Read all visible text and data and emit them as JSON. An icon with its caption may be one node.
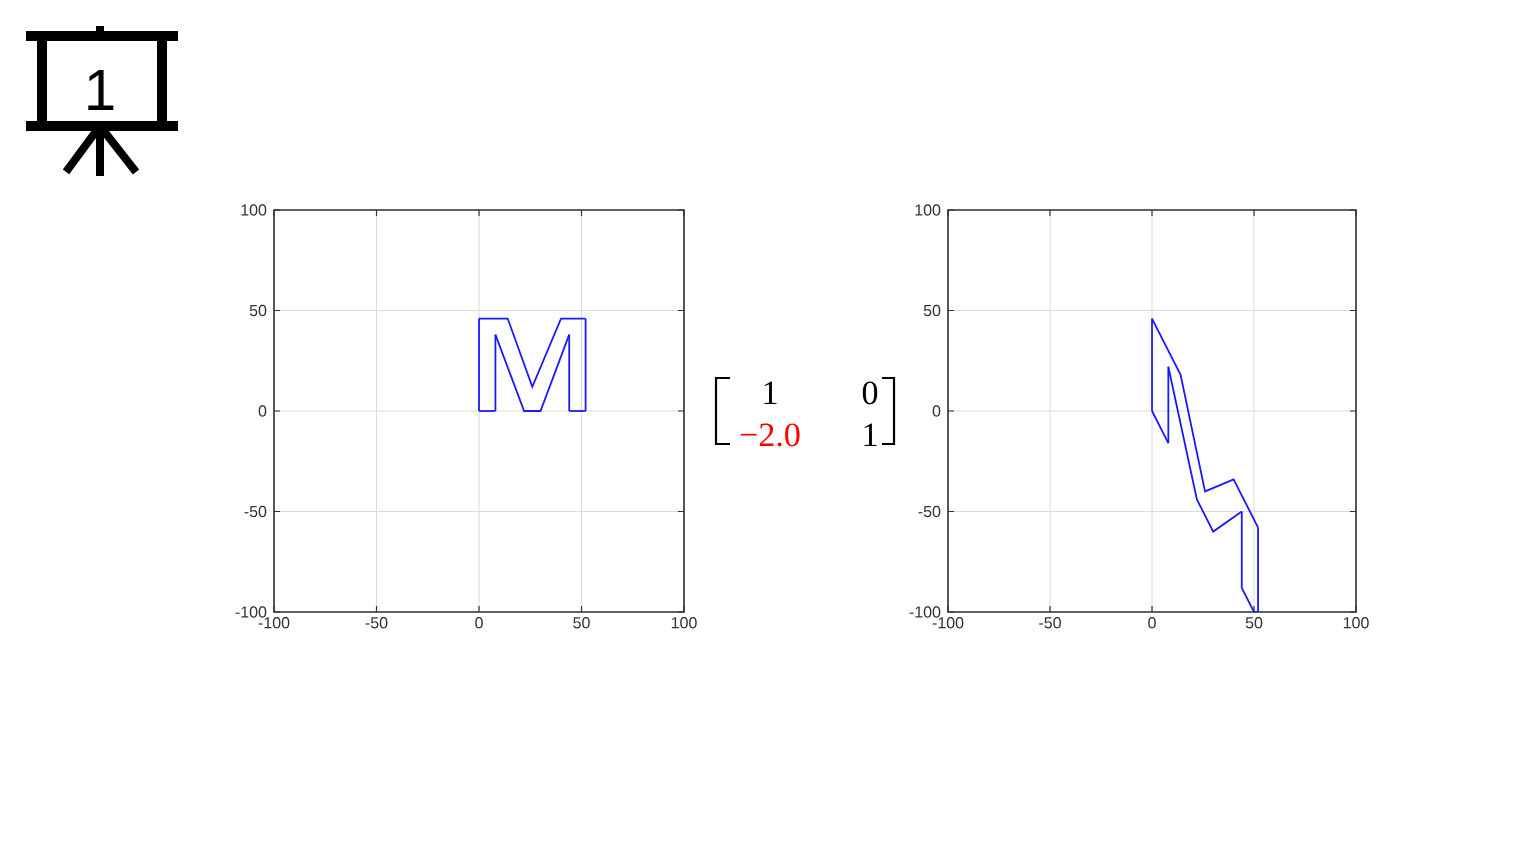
{
  "diagram": {
    "labels": [
      "1",
      "1",
      "0",
      "−2.0",
      "1"
    ],
    "chart_data": [
      {
        "type": "line",
        "series": [
          {
            "color": "#1a1aff",
            "x": [
              0,
              0
            ],
            "values": [
              0,
              46
            ]
          },
          {
            "color": "#1a1aff",
            "x": [
              0,
              14,
              26,
              40,
              52
            ],
            "values": [
              46,
              46,
              12,
              46,
              46
            ]
          },
          {
            "color": "#1a1aff",
            "x": [
              52,
              52
            ],
            "values": [
              46,
              0
            ]
          },
          {
            "color": "#1a1aff",
            "x": [
              52,
              44
            ],
            "values": [
              0,
              0
            ]
          },
          {
            "color": "#1a1aff",
            "x": [
              44,
              44
            ],
            "values": [
              0,
              38
            ]
          },
          {
            "color": "#1a1aff",
            "x": [
              44,
              30,
              22,
              8
            ],
            "values": [
              38,
              0,
              0,
              38
            ]
          },
          {
            "color": "#1a1aff",
            "x": [
              8,
              8
            ],
            "values": [
              38,
              0
            ]
          },
          {
            "color": "#1a1aff",
            "x": [
              8,
              0
            ],
            "values": [
              0,
              0
            ]
          }
        ],
        "xlim": [
          -100,
          100
        ],
        "ylim": [
          -100,
          100
        ],
        "xticks": [
          -100,
          -50,
          0,
          50,
          100
        ],
        "yticks": [
          -100,
          -50,
          0,
          50,
          100
        ],
        "grid": true
      },
      {
        "type": "line",
        "series": [
          {
            "color": "#1a1aff",
            "x": [
              0,
              0
            ],
            "values": [
              0,
              46
            ]
          },
          {
            "color": "#1a1aff",
            "x": [
              0,
              14,
              26,
              40,
              52
            ],
            "values": [
              46,
              18,
              -40,
              -34,
              -58
            ]
          },
          {
            "color": "#1a1aff",
            "x": [
              52,
              52
            ],
            "values": [
              -58,
              -100
            ]
          },
          {
            "color": "#1a1aff",
            "x": [
              52,
              50,
              44
            ],
            "values": [
              -100,
              -100,
              -88
            ]
          },
          {
            "color": "#1a1aff",
            "x": [
              44,
              44
            ],
            "values": [
              -88,
              -50
            ]
          },
          {
            "color": "#1a1aff",
            "x": [
              44,
              30,
              22,
              8
            ],
            "values": [
              -50,
              -60,
              -44,
              22
            ]
          },
          {
            "color": "#1a1aff",
            "x": [
              8,
              8
            ],
            "values": [
              22,
              -16
            ]
          },
          {
            "color": "#1a1aff",
            "x": [
              8,
              0
            ],
            "values": [
              -16,
              0
            ]
          }
        ],
        "xlim": [
          -100,
          100
        ],
        "ylim": [
          -100,
          100
        ],
        "xticks": [
          -100,
          -50,
          0,
          50,
          100
        ],
        "yticks": [
          -100,
          -50,
          0,
          50,
          100
        ],
        "grid": true
      }
    ]
  }
}
